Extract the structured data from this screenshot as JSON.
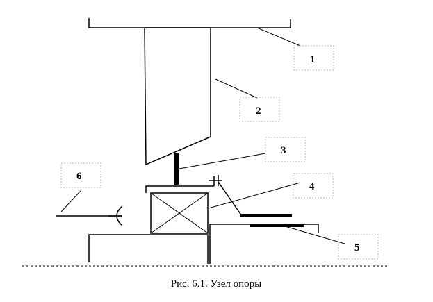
{
  "caption": "Рис. 6.1. Узел опоры",
  "labels": {
    "l1": "1",
    "l2": "2",
    "l3": "3",
    "l4": "4",
    "l5": "5",
    "l6": "6"
  }
}
